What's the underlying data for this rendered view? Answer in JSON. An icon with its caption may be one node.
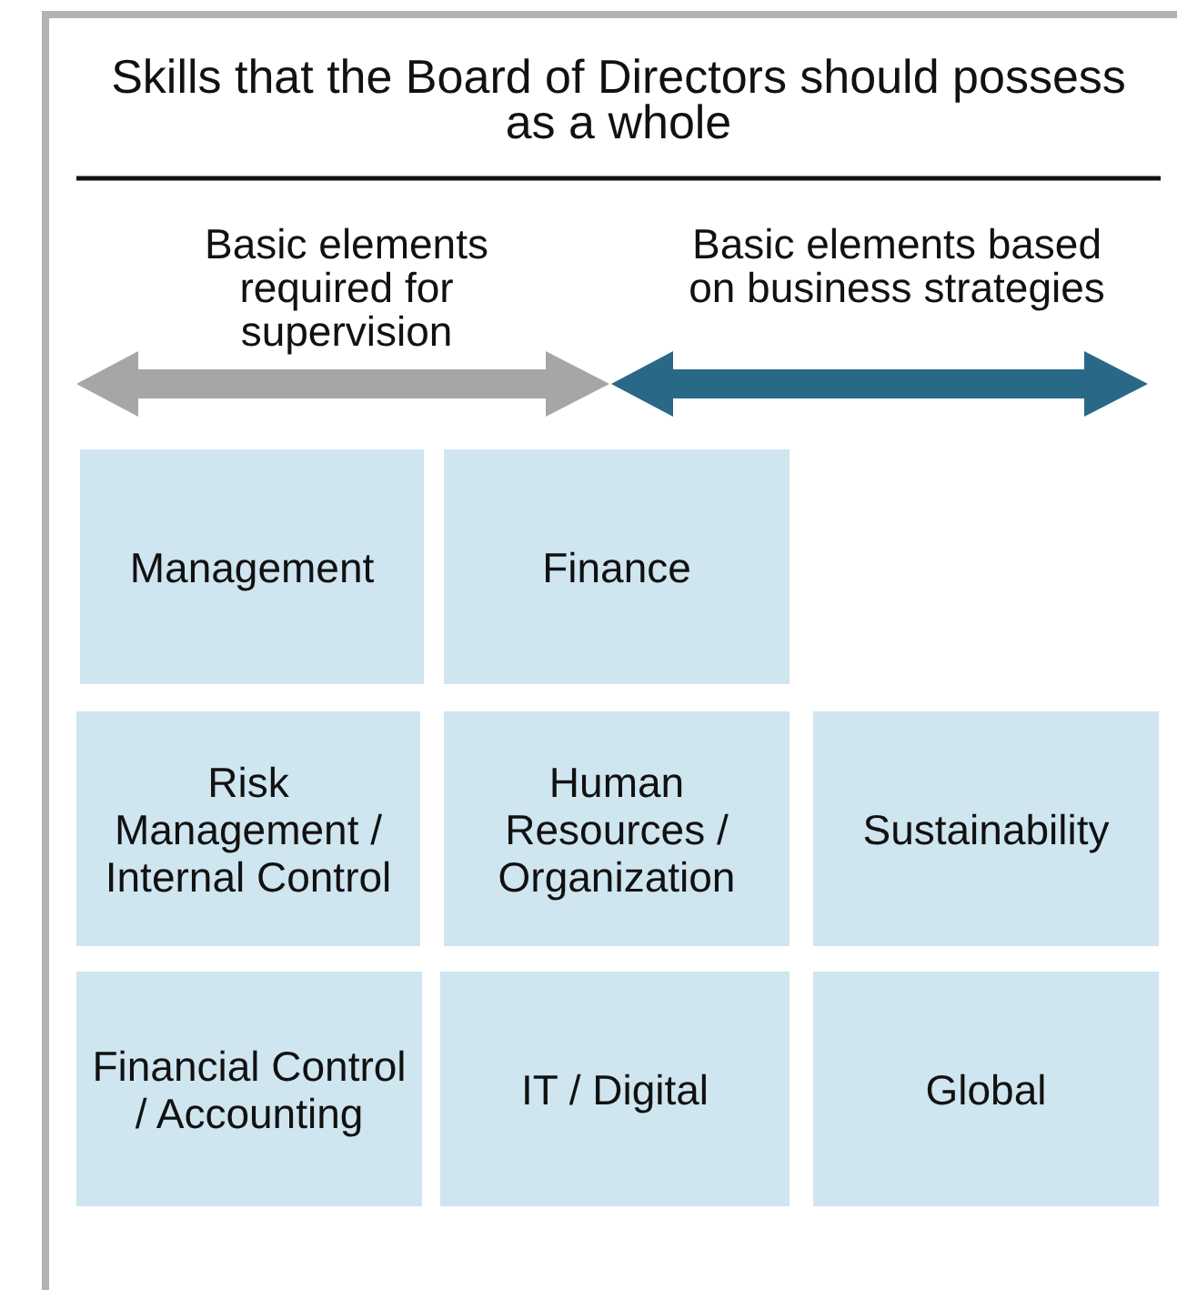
{
  "diagram": {
    "title": "Skills that the Board of Directors should possess as a whole",
    "nodes": [
      {
        "text": [
          "Management"
        ]
      },
      {
        "text": [
          "Finance"
        ]
      },
      {
        "text": [
          "Risk Management / Internal Control"
        ]
      },
      {
        "text": [
          "Human Resources / Organization"
        ]
      },
      {
        "text": [
          "Sustainability"
        ]
      },
      {
        "text": [
          "Financial Control / Accounting"
        ]
      },
      {
        "text": [
          "IT / Digital"
        ]
      },
      {
        "text": [
          "Global"
        ]
      }
    ],
    "labels": [
      "Basic elements required for supervision",
      "Basic elements based on business strategies"
    ]
  }
}
